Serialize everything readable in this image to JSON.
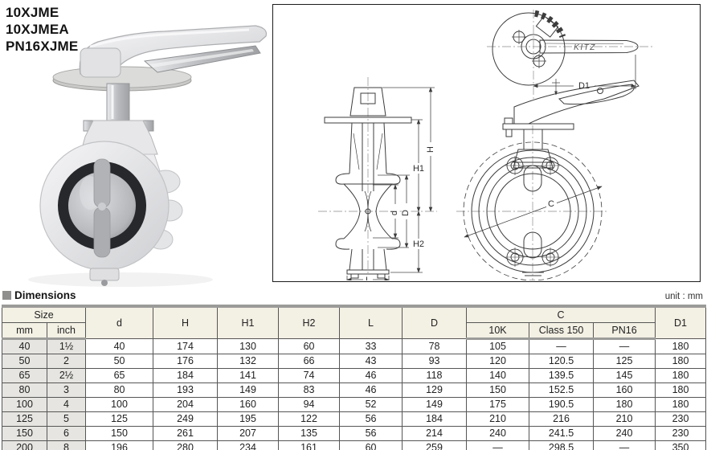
{
  "models": [
    "10XJME",
    "10XJMEA",
    "PN16XJME"
  ],
  "section": {
    "title": "Dimensions",
    "unit_label": "unit : mm"
  },
  "drawing": {
    "brand_label": "KITZ",
    "labels": {
      "H": "H",
      "H1": "H1",
      "H2": "H2",
      "d": "d",
      "D": "D",
      "L": "L",
      "C": "C",
      "D1": "D1"
    }
  },
  "table": {
    "group_headers": {
      "size": "Size",
      "c": "C"
    },
    "col_headers": {
      "d": "d",
      "H": "H",
      "H1": "H1",
      "H2": "H2",
      "L": "L",
      "D": "D",
      "D1": "D1"
    },
    "sub_headers": {
      "mm": "mm",
      "inch": "inch",
      "c10k": "10K",
      "class150": "Class 150",
      "pn16": "PN16"
    },
    "rows": [
      [
        "40",
        "1½",
        "40",
        "174",
        "130",
        "60",
        "33",
        "78",
        "105",
        "—",
        "—",
        "180"
      ],
      [
        "50",
        "2",
        "50",
        "176",
        "132",
        "66",
        "43",
        "93",
        "120",
        "120.5",
        "125",
        "180"
      ],
      [
        "65",
        "2½",
        "65",
        "184",
        "141",
        "74",
        "46",
        "118",
        "140",
        "139.5",
        "145",
        "180"
      ],
      [
        "80",
        "3",
        "80",
        "193",
        "149",
        "83",
        "46",
        "129",
        "150",
        "152.5",
        "160",
        "180"
      ],
      [
        "100",
        "4",
        "100",
        "204",
        "160",
        "94",
        "52",
        "149",
        "175",
        "190.5",
        "180",
        "180"
      ],
      [
        "125",
        "5",
        "125",
        "249",
        "195",
        "122",
        "56",
        "184",
        "210",
        "216",
        "210",
        "230"
      ],
      [
        "150",
        "6",
        "150",
        "261",
        "207",
        "135",
        "56",
        "214",
        "240",
        "241.5",
        "240",
        "230"
      ],
      [
        "200",
        "8",
        "196",
        "280",
        "234",
        "161",
        "60",
        "259",
        "—",
        "298.5",
        "—",
        "350"
      ]
    ]
  },
  "colors": {
    "header_bg": "#f3f0e4",
    "size_col_bg": "#e6e5e1",
    "divider_bar": "#9b9b99",
    "table_border": "#565656",
    "seat_ring": "#26282b",
    "body_gray": "#e9eaec"
  }
}
